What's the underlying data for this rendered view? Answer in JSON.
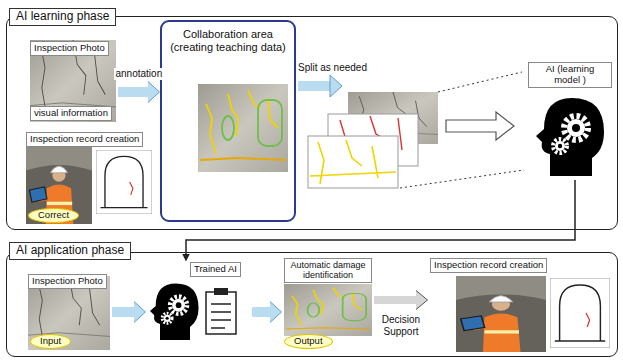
{
  "diagram": {
    "nodes": [
      {
        "text": [
          "AI learning phase"
        ]
      },
      {
        "text": [
          "Inspection Photo",
          "visual information"
        ],
        "in": 0
      },
      {
        "text": [
          "Inspection record creation",
          "Correct"
        ],
        "in": 0
      },
      {
        "text": [
          "Collaboration area (creating teaching data)"
        ],
        "in": 0
      },
      {
        "text": [
          "AI (learning model )"
        ],
        "in": 0
      },
      {
        "text": [
          "AI application phase"
        ]
      },
      {
        "text": [
          "Inspection Photo",
          "Input"
        ],
        "in": 5
      },
      {
        "text": [
          "Trained AI"
        ],
        "in": 5
      },
      {
        "text": [
          "Automatic damage identification",
          "Output"
        ],
        "in": 5
      },
      {
        "text": [
          "Inspection record creation"
        ],
        "in": 5
      }
    ],
    "edges": [
      {
        "from": 1,
        "to": 3,
        "label": "annotation",
        "arrow": "to"
      },
      {
        "from": 4,
        "to": 7,
        "arrow": "to"
      },
      {
        "from": 6,
        "to": 7,
        "arrow": "to"
      },
      {
        "from": 7,
        "to": 8,
        "arrow": "to"
      },
      {
        "from": 8,
        "to": 9,
        "label": "Decision Support",
        "arrow": "to"
      }
    ],
    "labels": [
      "Split as needed"
    ]
  }
}
